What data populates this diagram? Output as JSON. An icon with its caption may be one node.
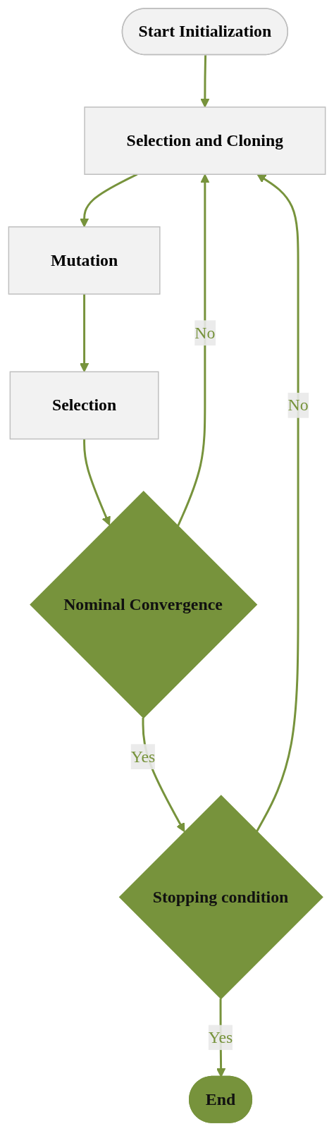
{
  "diagram": {
    "nodes": [
      {
        "text": [
          "Start Initialization"
        ]
      },
      {
        "text": [
          "Selection and Cloning"
        ]
      },
      {
        "text": [
          "Mutation"
        ]
      },
      {
        "text": [
          "Selection"
        ]
      },
      {
        "text": [
          "Nominal Convergence"
        ]
      },
      {
        "text": [
          "Stopping condition"
        ]
      },
      {
        "text": [
          "End"
        ]
      }
    ],
    "edges": [
      {
        "from": 0,
        "to": 1,
        "arrow": "to"
      },
      {
        "from": 1,
        "to": 2,
        "arrow": "to"
      },
      {
        "from": 2,
        "to": 3,
        "arrow": "to"
      },
      {
        "from": 3,
        "to": 4,
        "arrow": "to"
      },
      {
        "from": 4,
        "to": 1,
        "arrow": "to",
        "label": "No"
      },
      {
        "from": 4,
        "to": 5,
        "arrow": "to",
        "label": "Yes"
      },
      {
        "from": 5,
        "to": 1,
        "arrow": "to",
        "label": "No"
      },
      {
        "from": 5,
        "to": 6,
        "arrow": "to",
        "label": "Yes"
      }
    ]
  }
}
